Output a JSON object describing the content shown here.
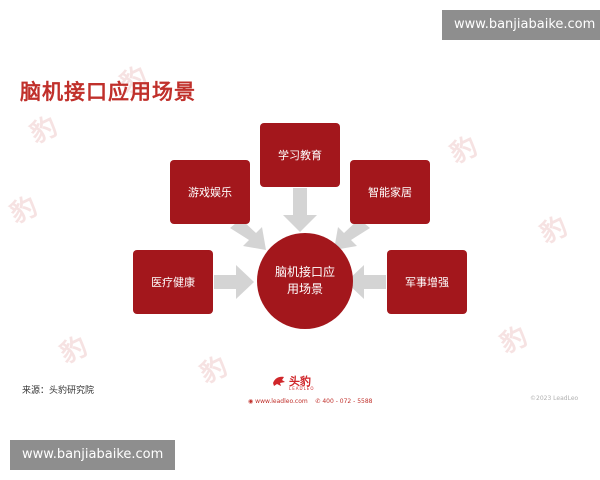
{
  "slide": {
    "title": "脑机接口应用场景",
    "source": "来源：头豹研究院",
    "copyright": "©2023 LeadLeo"
  },
  "watermark": {
    "text": "www.banjiabaike.com"
  },
  "diagram": {
    "center": "脑机接口应用场景",
    "nodes": [
      "学习教育",
      "游戏娱乐",
      "智能家居",
      "医疗健康",
      "军事增强"
    ]
  },
  "footer": {
    "brand": "头豹",
    "brand_sub": "LEADLEO",
    "website": "www.leadleo.com",
    "phone": "400 - 072 - 5588"
  },
  "colors": {
    "title": "#c0302b",
    "node_fill": "#a3171c",
    "arrow": "#d4d4d4",
    "watermark_bg": "#8e8e8e"
  }
}
